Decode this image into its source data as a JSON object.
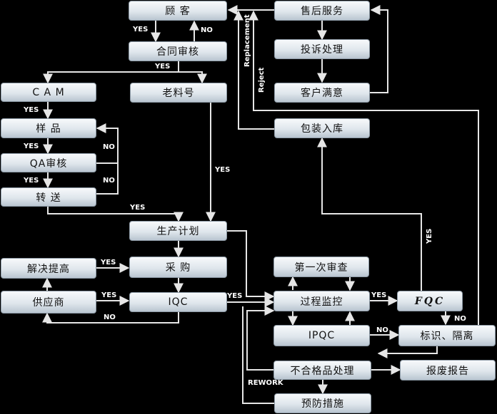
{
  "nodes": {
    "customer": "顾 客",
    "after_sales": "售后服务",
    "contract_review": "合同审核",
    "complaint": "投诉处理",
    "customer_satisfaction": "客户满意",
    "cam": "C A M",
    "old_part_no": "老料号",
    "sample": "样 品",
    "qa_review": "QA审核",
    "transfer": "转 送",
    "packing": "包装入库",
    "production_plan": "生产计划",
    "first_inspection": "第一次审查",
    "resolve": "解决提高",
    "purchase": "采 购",
    "process_monitor": "过程监控",
    "fqc": "FQC",
    "supplier": "供应商",
    "iqc": "IQC",
    "ipqc": "IPQC",
    "mark_isolate": "标识、隔离",
    "nonconforming": "不合格品处理",
    "scrap_report": "报废报告",
    "prevention": "预防措施"
  },
  "labels": {
    "yes_customer": "YES",
    "no_customer": "NO",
    "yes_contract": "YES",
    "yes_cam": "YES",
    "yes_sample": "YES",
    "no_sample": "NO",
    "yes_qa": "YES",
    "no_qa": "NO",
    "yes_oldpart": "YES",
    "yes_transfer": "YES",
    "yes_resolve": "YES",
    "yes_supplier": "YES",
    "no_iqc": "NO",
    "yes_iqc": "YES",
    "yes_process": "YES",
    "no_fqc": "NO",
    "yes_fqc": "YES",
    "no_ipqc": "NO",
    "rework": "REWORK",
    "replacement": "Replacement",
    "reject": "Reject"
  }
}
